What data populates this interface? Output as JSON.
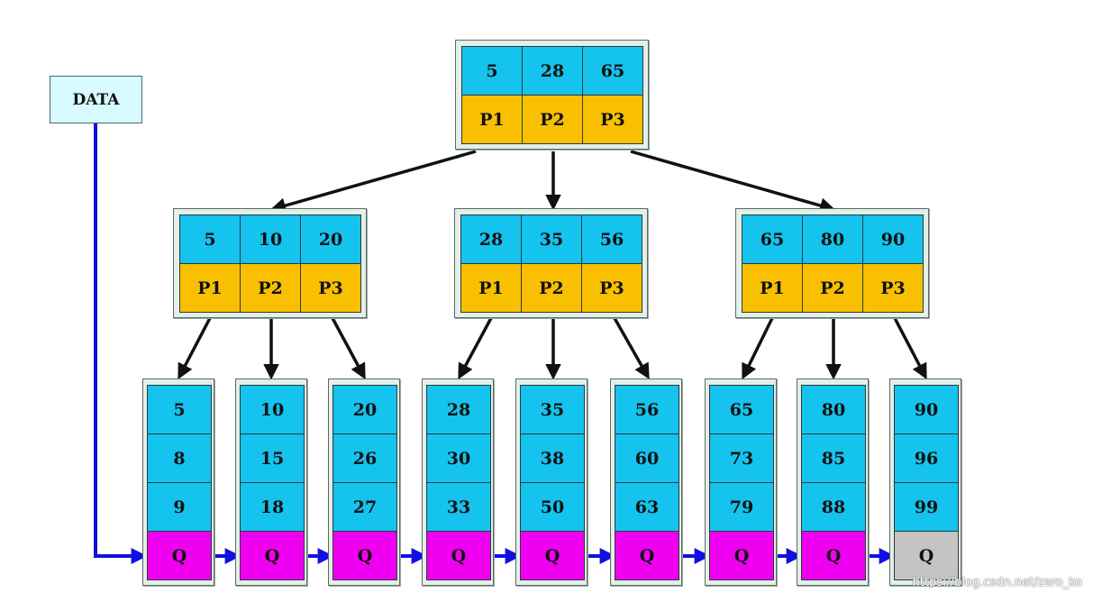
{
  "data_label": "DATA",
  "root": {
    "keys": [
      "5",
      "28",
      "65"
    ],
    "pointers": [
      "P1",
      "P2",
      "P3"
    ]
  },
  "internal": [
    {
      "keys": [
        "5",
        "10",
        "20"
      ],
      "pointers": [
        "P1",
        "P2",
        "P3"
      ]
    },
    {
      "keys": [
        "28",
        "35",
        "56"
      ],
      "pointers": [
        "P1",
        "P2",
        "P3"
      ]
    },
    {
      "keys": [
        "65",
        "80",
        "90"
      ],
      "pointers": [
        "P1",
        "P2",
        "P3"
      ]
    }
  ],
  "leaves": [
    {
      "keys": [
        "5",
        "8",
        "9"
      ],
      "q": "Q"
    },
    {
      "keys": [
        "10",
        "15",
        "18"
      ],
      "q": "Q"
    },
    {
      "keys": [
        "20",
        "26",
        "27"
      ],
      "q": "Q"
    },
    {
      "keys": [
        "28",
        "30",
        "33"
      ],
      "q": "Q"
    },
    {
      "keys": [
        "35",
        "38",
        "50"
      ],
      "q": "Q"
    },
    {
      "keys": [
        "56",
        "60",
        "63"
      ],
      "q": "Q"
    },
    {
      "keys": [
        "65",
        "73",
        "79"
      ],
      "q": "Q"
    },
    {
      "keys": [
        "80",
        "85",
        "88"
      ],
      "q": "Q"
    },
    {
      "keys": [
        "90",
        "96",
        "99"
      ],
      "q": "Q"
    }
  ],
  "watermark": "https://blog.csdn.net/zero_ko",
  "colors": {
    "key": "#14c3ee",
    "pointer": "#f8c000",
    "q": "#f000f0",
    "q_last": "#c4c4c4",
    "data_box": "#d7fbff",
    "tree_arrow": "#111111",
    "leaf_link": "#1010e0"
  }
}
